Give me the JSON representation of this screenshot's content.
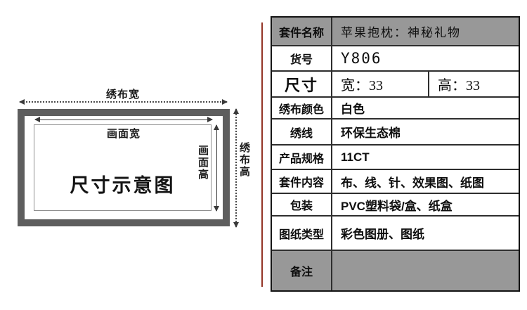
{
  "diagram": {
    "cloth_width_label": "绣布宽",
    "picture_width_label": "画面宽",
    "picture_height_label": "画面高",
    "cloth_height_label": "绣布高",
    "title": "尺寸示意图"
  },
  "table": {
    "rows": [
      {
        "label": "套件名称",
        "value": "苹果抱枕：神秘礼物"
      },
      {
        "label": "货号",
        "value": "Y806"
      },
      {
        "label": "尺寸",
        "width_value": "宽：33",
        "height_value": "高：33"
      },
      {
        "label": "绣布颜色",
        "value": "白色"
      },
      {
        "label": "绣线",
        "value": "环保生态棉"
      },
      {
        "label": "产品规格",
        "value": "11CT"
      },
      {
        "label": "套件内容",
        "value": "布、线、针、效果图、纸图"
      },
      {
        "label": "包装",
        "value": "PVC塑料袋/盒、纸盒"
      },
      {
        "label": "图纸类型",
        "value": "彩色图册、图纸"
      },
      {
        "label": "备注",
        "value": ""
      }
    ]
  },
  "colors": {
    "header_row_bg": "#989898",
    "table_border": "#141414",
    "accent_line": "#943527",
    "frame_gray": "#5e5e5e"
  }
}
